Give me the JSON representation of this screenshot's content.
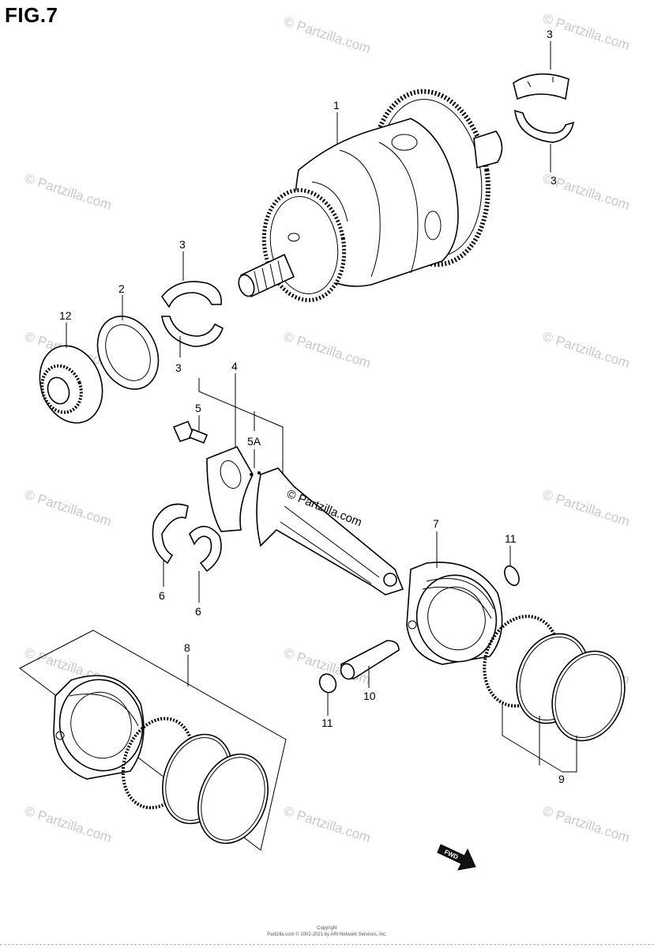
{
  "figure": {
    "title": "FIG.7",
    "watermark": "© Partzilla.com",
    "center_watermark": "© Partzilla.com",
    "fwd_label": "FWD",
    "copyright_line1": "Copyright",
    "copyright_line2": "Partzilla.com © 2002-2021 by ARI Network Services, Inc."
  },
  "callouts": {
    "c1": "1",
    "c2": "2",
    "c3a": "3",
    "c3b": "3",
    "c3c": "3",
    "c3d": "3",
    "c4": "4",
    "c5": "5",
    "c5a": "5A",
    "c6a": "6",
    "c6b": "6",
    "c7": "7",
    "c8": "8",
    "c9": "9",
    "c10": "10",
    "c11a": "11",
    "c11b": "11",
    "c12": "12"
  }
}
